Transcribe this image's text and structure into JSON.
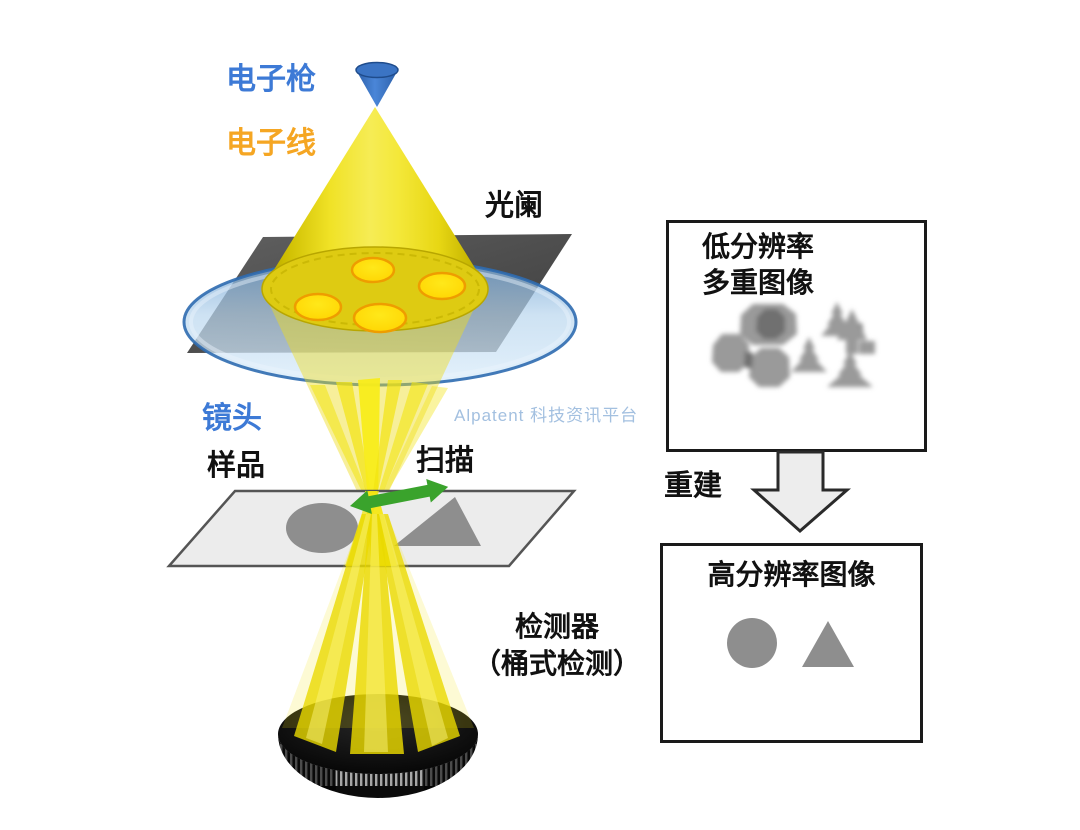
{
  "apparatus": {
    "labels": {
      "electron_gun": {
        "text": "电子枪",
        "color": "#3d7ad6"
      },
      "electron_beam": {
        "text": "电子线",
        "color": "#f5a623"
      },
      "aperture": {
        "text": "光阑",
        "color": "#111111"
      },
      "lens": {
        "text": "镜头",
        "color": "#3d7ad6"
      },
      "sample": {
        "text": "样品",
        "color": "#111111"
      },
      "scan": {
        "text": "扫描",
        "color": "#111111"
      },
      "detector_line1": "检测器",
      "detector_line2": "（桶式检测）"
    },
    "colors": {
      "beam_yellow": "#f2e411",
      "beam_bright": "#f8ec1a",
      "beam_highlight": "#fbf37a",
      "aperture_hole_yellow": "#ffe104",
      "aperture_hole_rim": "#ee9d00",
      "gun_blue": "#3b74c4",
      "lens_blue": "#9fc5e8",
      "lens_rim": "#2f6cb0",
      "plate_gray": "#474747",
      "sample_plate_gray": "#ececec",
      "object_gray": "#8e8e8e",
      "detector_black": "#0b0b0b",
      "scan_arrow_green": "#3aa32c"
    }
  },
  "watermark": {
    "text": "Alpatent  科技资讯平台",
    "color": "#a3c0e0"
  },
  "flow": {
    "low_res_box": {
      "line1": "低分辨率",
      "line2": "多重图像"
    },
    "reconstruct": "重建",
    "high_res_box": {
      "title": "高分辨率图像"
    },
    "box_border_color": "#1a1a1a",
    "blob_gray": "#9a9a9a",
    "blob_dark_gray": "#6f6f6f",
    "arrow_fill": "#ededed"
  }
}
